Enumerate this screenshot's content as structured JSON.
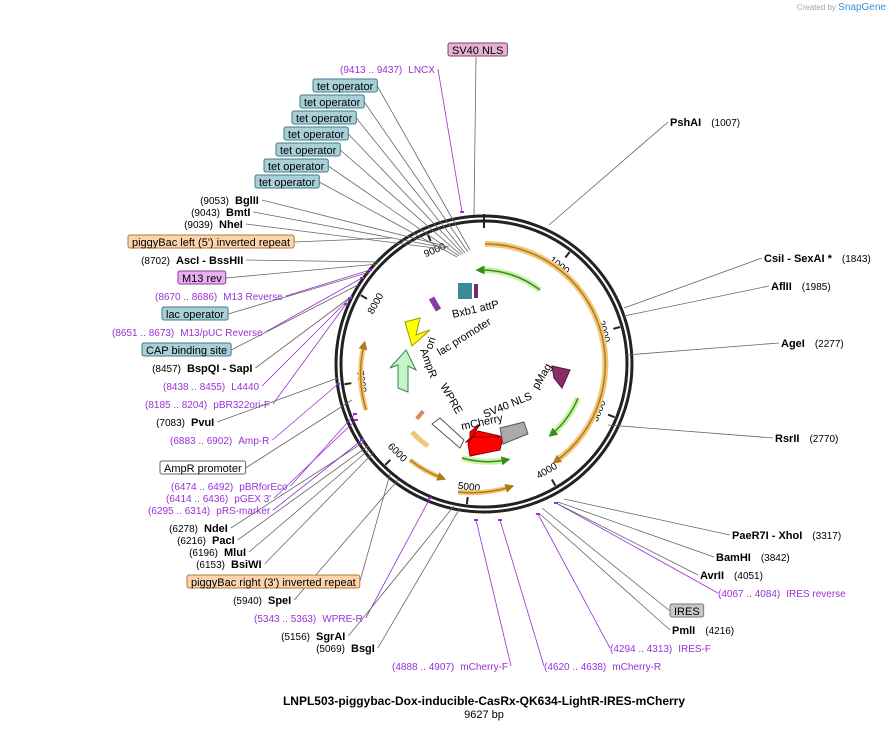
{
  "brand": {
    "created_by": "Created by",
    "name": "SnapGene"
  },
  "plasmid": {
    "name": "LNPL503-piggybac-Dox-inducible-CasRx-QK634-LightR-IRES-mCherry",
    "size": "9627 bp"
  },
  "ticks": [
    "1000",
    "2000",
    "3000",
    "4000",
    "5000",
    "6000",
    "7000",
    "8000",
    "9000"
  ],
  "inner_labels": [
    "Bxb1 attP",
    "lac promoter",
    "ori",
    "AmpR",
    "WPRE",
    "SV40 NLS",
    "mCherry",
    "pMag"
  ],
  "callouts": [
    {
      "kind": "box",
      "text": "SV40 NLS",
      "fill": "#e3b5cf",
      "stroke": "#8a3b68",
      "color": "#000"
    },
    {
      "kind": "primer",
      "range": "(9413 .. 9437)",
      "text": "LNCX"
    },
    {
      "kind": "box",
      "text": "tet operator",
      "fill": "#a9cfd8",
      "stroke": "#3f7b88",
      "color": "#000"
    },
    {
      "kind": "box",
      "text": "tet operator",
      "fill": "#a9cfd8",
      "stroke": "#3f7b88",
      "color": "#000"
    },
    {
      "kind": "box",
      "text": "tet operator",
      "fill": "#a9cfd8",
      "stroke": "#3f7b88",
      "color": "#000"
    },
    {
      "kind": "box",
      "text": "tet operator",
      "fill": "#a9cfd8",
      "stroke": "#3f7b88",
      "color": "#000"
    },
    {
      "kind": "box",
      "text": "tet operator",
      "fill": "#a9cfd8",
      "stroke": "#3f7b88",
      "color": "#000"
    },
    {
      "kind": "box",
      "text": "tet operator",
      "fill": "#a9cfd8",
      "stroke": "#3f7b88",
      "color": "#000"
    },
    {
      "kind": "box",
      "text": "tet operator",
      "fill": "#a9cfd8",
      "stroke": "#3f7b88",
      "color": "#000"
    },
    {
      "kind": "enzyme",
      "pos": "(9053)",
      "text": "BglII"
    },
    {
      "kind": "enzyme",
      "pos": "(9043)",
      "text": "BmtI"
    },
    {
      "kind": "enzyme",
      "pos": "(9039)",
      "text": "NheI"
    },
    {
      "kind": "box",
      "text": "piggyBac left (5') inverted repeat",
      "fill": "#fbd3ad",
      "stroke": "#b8783c",
      "color": "#000"
    },
    {
      "kind": "enzyme",
      "pos": "(8702)",
      "text": "AscI   - BssHII"
    },
    {
      "kind": "box",
      "text": "M13 rev",
      "fill": "#e9b0f0",
      "stroke": "#8a3c9a",
      "color": "#000"
    },
    {
      "kind": "primer",
      "range": "(8670 .. 8686)",
      "text": "M13 Reverse"
    },
    {
      "kind": "box",
      "text": "lac operator",
      "fill": "#a9cfd8",
      "stroke": "#3f7b88",
      "color": "#000"
    },
    {
      "kind": "primer",
      "range": "(8651 .. 8673)",
      "text": "M13/pUC Reverse"
    },
    {
      "kind": "box",
      "text": "CAP binding site",
      "fill": "#a9cfd8",
      "stroke": "#3f7b88",
      "color": "#000"
    },
    {
      "kind": "enzyme",
      "pos": "(8457)",
      "text": "BspQI    - SapI"
    },
    {
      "kind": "primer",
      "range": "(8438 .. 8455)",
      "text": "L4440"
    },
    {
      "kind": "primer",
      "range": "(8185 .. 8204)",
      "text": "pBR322ori-F"
    },
    {
      "kind": "enzyme",
      "pos": "(7083)",
      "text": "PvuI"
    },
    {
      "kind": "primer",
      "range": "(6883 .. 6902)",
      "text": "Amp-R"
    },
    {
      "kind": "box",
      "text": "AmpR promoter",
      "fill": "#ffffff",
      "stroke": "#666666",
      "color": "#000"
    },
    {
      "kind": "primer",
      "range": "(6474 .. 6492)",
      "text": "pBRforEco"
    },
    {
      "kind": "primer",
      "range": "(6414 .. 6436)",
      "text": "pGEX 3'"
    },
    {
      "kind": "primer",
      "range": "(6295 .. 6314)",
      "text": "pRS-marker"
    },
    {
      "kind": "enzyme",
      "pos": "(6278)",
      "text": "NdeI"
    },
    {
      "kind": "enzyme",
      "pos": "(6216)",
      "text": "PacI"
    },
    {
      "kind": "enzyme",
      "pos": "(6196)",
      "text": "MluI"
    },
    {
      "kind": "enzyme",
      "pos": "(6153)",
      "text": "BsiWI"
    },
    {
      "kind": "box",
      "text": "piggyBac right (3') inverted repeat",
      "fill": "#fbd3ad",
      "stroke": "#b8783c",
      "color": "#000"
    },
    {
      "kind": "enzyme",
      "pos": "(5940)",
      "text": "SpeI"
    },
    {
      "kind": "primer",
      "range": "(5343 .. 5363)",
      "text": "WPRE-R"
    },
    {
      "kind": "enzyme",
      "pos": "(5156)",
      "text": "SgrAI"
    },
    {
      "kind": "enzyme",
      "pos": "(5069)",
      "text": "BsgI"
    },
    {
      "kind": "primer",
      "range": "(4888 .. 4907)",
      "text": "mCherry-F"
    },
    {
      "kind": "primer",
      "range": "(4620 .. 4638)",
      "text": "mCherry-R"
    },
    {
      "kind": "primer",
      "range": "(4294 .. 4313)",
      "text": "IRES-F"
    },
    {
      "kind": "enzyme",
      "pos": "(4216)",
      "text": "PmlI"
    },
    {
      "kind": "box",
      "text": "IRES",
      "fill": "#c8c8c8",
      "stroke": "#777777",
      "color": "#000"
    },
    {
      "kind": "primer",
      "range": "(4067 .. 4084)",
      "text": "IRES reverse"
    },
    {
      "kind": "enzyme",
      "pos": "(4051)",
      "text": "AvrII"
    },
    {
      "kind": "enzyme",
      "pos": "(3842)",
      "text": "BamHI"
    },
    {
      "kind": "enzyme",
      "pos": "(3317)",
      "text": "PaeR7I   - XhoI"
    },
    {
      "kind": "enzyme",
      "pos": "(2770)",
      "text": "RsrII"
    },
    {
      "kind": "enzyme",
      "pos": "(2277)",
      "text": "AgeI"
    },
    {
      "kind": "enzyme",
      "pos": "(1985)",
      "text": "AflII"
    },
    {
      "kind": "enzyme",
      "pos": "(1843)",
      "text": "CsiI   - SexAI *"
    },
    {
      "kind": "enzyme",
      "pos": "(1007)",
      "text": "PshAI"
    }
  ]
}
